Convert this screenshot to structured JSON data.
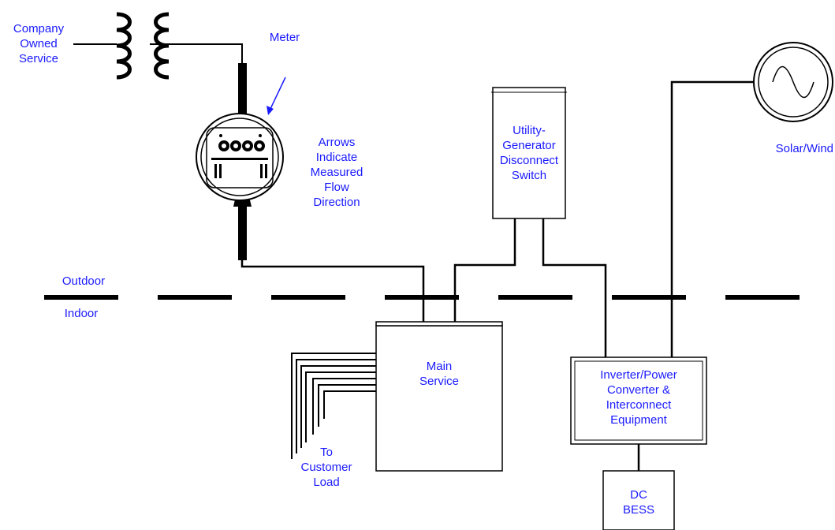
{
  "labels": {
    "company_owned_service": [
      "Company",
      "Owned",
      "Service"
    ],
    "meter": "Meter",
    "arrows_note": [
      "Arrows",
      "Indicate",
      "Measured",
      "Flow",
      "Direction"
    ],
    "outdoor": "Outdoor",
    "indoor": "Indoor",
    "disconnect_switch": [
      "Utility-",
      "Generator",
      "Disconnect",
      "Switch"
    ],
    "solar_wind": "Solar/Wind",
    "main_service": [
      "Main",
      "Service"
    ],
    "inverter": [
      "Inverter/Power",
      "Converter &",
      "Interconnect",
      "Equipment"
    ],
    "customer_load": [
      "To",
      "Customer",
      "Load"
    ],
    "dc_bess": [
      "DC",
      "BESS"
    ]
  },
  "colors": {
    "label_text": "#1a1aff",
    "lines": "#000000",
    "background": "#ffffff"
  }
}
